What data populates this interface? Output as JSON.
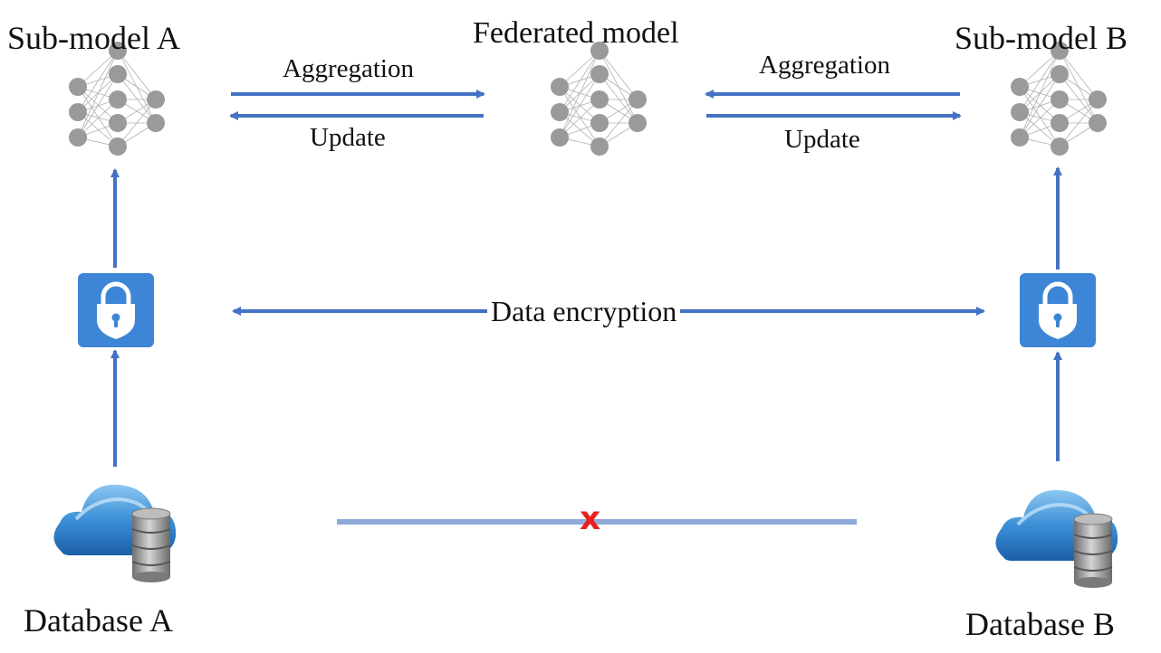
{
  "labels": {
    "submodel_a": "Sub-model A",
    "federated": "Federated model",
    "submodel_b": "Sub-model B",
    "aggregation_left": "Aggregation",
    "update_left": "Update",
    "aggregation_right": "Aggregation",
    "update_right": "Update",
    "data_encryption": "Data encryption",
    "database_a": "Database A",
    "database_b": "Database B",
    "blocked_mark": "x"
  },
  "colors": {
    "arrow": "#4472c4",
    "link_line": "#8eaadb",
    "blocked_mark": "#e8201f",
    "lock_box": "#3d85d6",
    "node": "#9a9a9a"
  },
  "icons": {
    "neural_network": "neural-network-icon",
    "lock": "lock-icon",
    "cloud_database": "cloud-database-icon"
  }
}
